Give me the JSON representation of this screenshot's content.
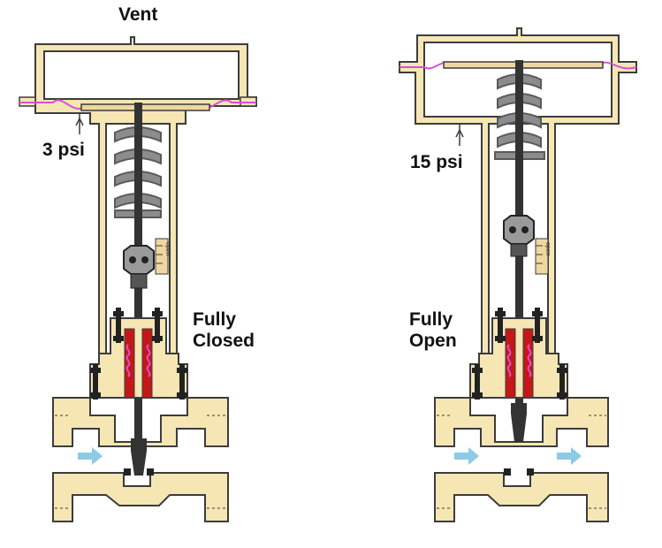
{
  "labels": {
    "vent": "Vent",
    "pressure_closed": "3 psi",
    "pressure_open": "15 psi",
    "state_closed_line1": "Fully",
    "state_closed_line2": "Closed",
    "state_open_line1": "Fully",
    "state_open_line2": "Open",
    "scale_text_left": "open",
    "scale_text_right": "open"
  },
  "colors": {
    "body": "#f5e6b4",
    "outline": "#3c3c3c",
    "diaphragm": "#d94fd9",
    "plate": "#f0d6a0",
    "stem": "#333333",
    "spring": "#8c8c8c",
    "packing": "#c41818",
    "flow_arrow": "#8ecae6"
  },
  "valves": [
    {
      "state": "closed",
      "signal_psi": 3,
      "position": "fully closed"
    },
    {
      "state": "open",
      "signal_psi": 15,
      "position": "fully open"
    }
  ]
}
